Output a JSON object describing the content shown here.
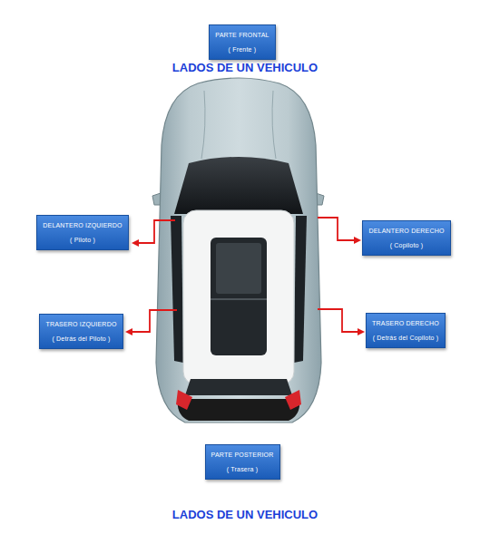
{
  "diagram": {
    "title": "LADOS DE UN VEHICULO",
    "caption": "LADOS DE UN VEHICULO",
    "nodes": [
      {
        "text": [
          "PARTE FRONTAL",
          "( Frente )"
        ]
      },
      {
        "text": [
          "DELANTERO IZQUIERDO",
          "( Piloto )"
        ]
      },
      {
        "text": [
          "DELANTERO DERECHO",
          "( Copiloto )"
        ]
      },
      {
        "text": [
          "TRASERO IZQUIERDO",
          "( Detrás del Piloto )"
        ]
      },
      {
        "text": [
          "TRASERO DERECHO",
          "( Detrás del Copiloto )"
        ]
      },
      {
        "text": [
          "PARTE POSTERIOR",
          "( Trasera )"
        ]
      }
    ]
  }
}
